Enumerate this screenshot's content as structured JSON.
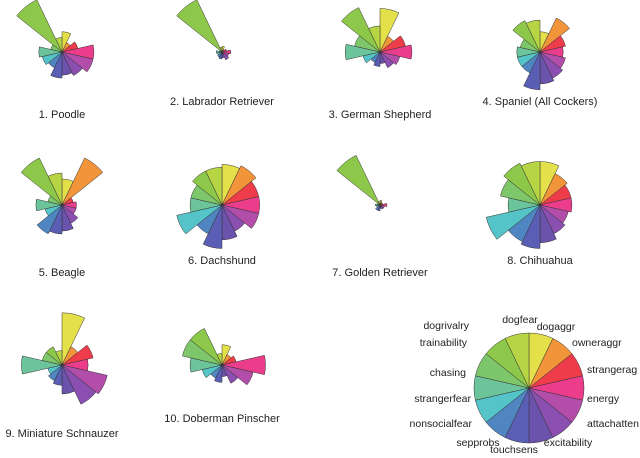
{
  "chart_data": {
    "type": "polar-area",
    "variables": [
      {
        "name": "dogaggr",
        "color": "#e4e04a"
      },
      {
        "name": "owneraggr",
        "color": "#f2953a"
      },
      {
        "name": "strangeraggr",
        "color": "#ef3c4a"
      },
      {
        "name": "energy",
        "color": "#ec3d8c"
      },
      {
        "name": "attachatten",
        "color": "#b24ea9"
      },
      {
        "name": "excitability",
        "color": "#8a4fb0"
      },
      {
        "name": "touchsens",
        "color": "#6a52ad"
      },
      {
        "name": "sepprobs",
        "color": "#5a5eb4"
      },
      {
        "name": "nonsocialfear",
        "color": "#4f86c2"
      },
      {
        "name": "strangerfear",
        "color": "#55c4c8"
      },
      {
        "name": "chasing",
        "color": "#6cc49a"
      },
      {
        "name": "trainability",
        "color": "#7ec66a"
      },
      {
        "name": "dogrivalry",
        "color": "#8dc84a"
      },
      {
        "name": "dogfear",
        "color": "#b6d443"
      }
    ],
    "key_labels": [
      "dogaggr",
      "owneraggr",
      "strangerag",
      "energy",
      "attachatten",
      "excitability",
      "touchsens",
      "sepprobs",
      "nonsocialfear",
      "strangerfear",
      "chasing",
      "trainability",
      "dogrivalry",
      "dogfear"
    ],
    "breeds": [
      {
        "label": "1. Poodle",
        "values": [
          0.35,
          0.18,
          0.28,
          0.55,
          0.55,
          0.45,
          0.4,
          0.45,
          0.3,
          0.35,
          0.4,
          0.2,
          1.0,
          0.25
        ]
      },
      {
        "label": "2. Labrador Retriever",
        "values": [
          0.1,
          0.05,
          0.08,
          0.15,
          0.12,
          0.15,
          0.1,
          0.12,
          0.1,
          0.08,
          0.1,
          0.05,
          1.0,
          0.08
        ]
      },
      {
        "label": "3. German Shepherd",
        "values": [
          0.75,
          0.3,
          0.45,
          0.55,
          0.35,
          0.3,
          0.2,
          0.25,
          0.2,
          0.3,
          0.6,
          0.45,
          0.85,
          0.45
        ]
      },
      {
        "label": "4. Spaniel (All Cockers)",
        "values": [
          0.35,
          0.65,
          0.45,
          0.4,
          0.45,
          0.5,
          0.55,
          0.65,
          0.4,
          0.4,
          0.4,
          0.35,
          0.6,
          0.55
        ]
      },
      {
        "label": "5. Beagle",
        "values": [
          0.45,
          0.9,
          0.2,
          0.25,
          0.25,
          0.35,
          0.45,
          0.5,
          0.55,
          0.3,
          0.45,
          0.25,
          0.9,
          0.55
        ]
      },
      {
        "label": "6. Dachshund",
        "values": [
          0.7,
          0.75,
          0.65,
          0.65,
          0.65,
          0.5,
          0.6,
          0.75,
          0.55,
          0.8,
          0.55,
          0.55,
          0.65,
          0.65
        ]
      },
      {
        "label": "7. Golden Retriever",
        "values": [
          0.08,
          0.05,
          0.05,
          0.12,
          0.08,
          0.08,
          0.06,
          0.1,
          0.1,
          0.06,
          0.08,
          0.05,
          0.95,
          0.06
        ]
      },
      {
        "label": "8. Chihuahua",
        "values": [
          0.75,
          0.6,
          0.55,
          0.55,
          0.5,
          0.55,
          0.65,
          0.75,
          0.7,
          0.95,
          0.55,
          0.7,
          0.8,
          0.75
        ]
      },
      {
        "label": "9. Miniature Schnauzer",
        "values": [
          0.9,
          0.35,
          0.55,
          0.45,
          0.8,
          0.75,
          0.5,
          0.35,
          0.3,
          0.25,
          0.7,
          0.35,
          0.35,
          0.25
        ]
      },
      {
        "label": "10. Doberman Pinscher",
        "values": [
          0.35,
          0.2,
          0.25,
          0.75,
          0.55,
          0.35,
          0.2,
          0.3,
          0.25,
          0.35,
          0.55,
          0.7,
          0.7,
          0.2
        ]
      }
    ]
  }
}
